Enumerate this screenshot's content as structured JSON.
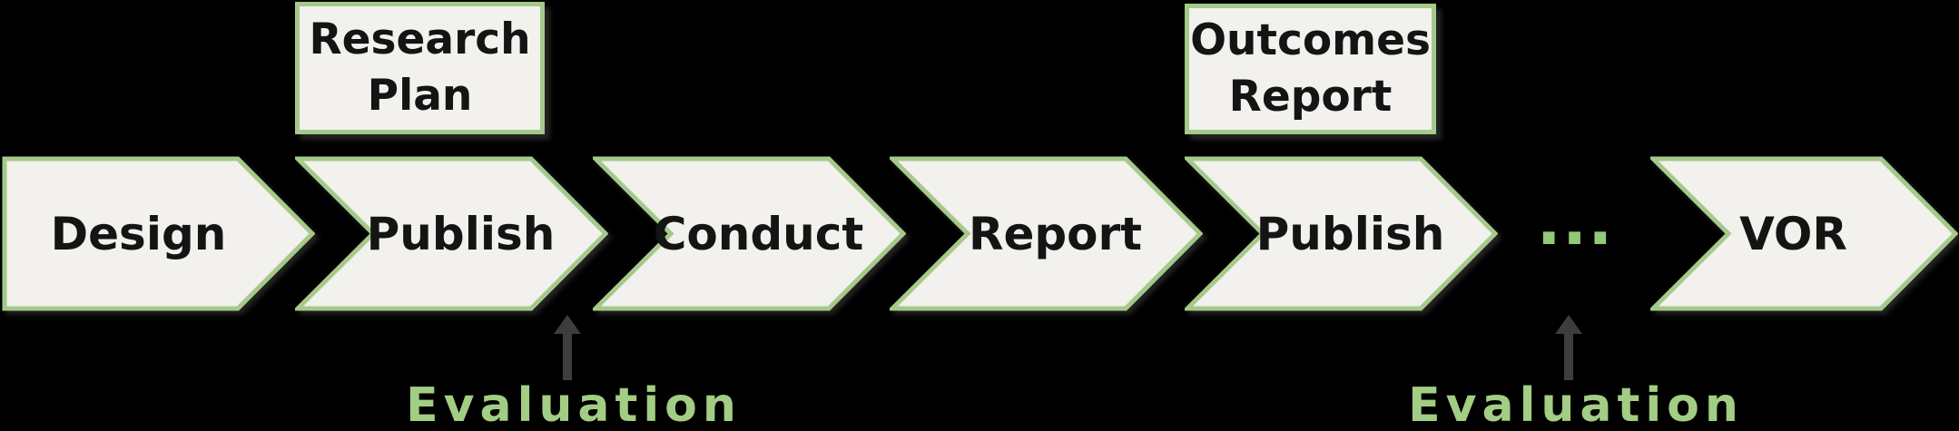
{
  "diagram": {
    "steps": [
      {
        "label": "Design"
      },
      {
        "label": "Publish"
      },
      {
        "label": "Conduct"
      },
      {
        "label": "Report"
      },
      {
        "label": "Publish"
      },
      {
        "label": "..."
      },
      {
        "label": "VOR"
      }
    ],
    "documents": [
      {
        "label": "Research Plan"
      },
      {
        "label": "Outcomes Report"
      }
    ],
    "annotations": [
      {
        "label": "Evaluation"
      },
      {
        "label": "Evaluation"
      }
    ]
  },
  "colors": {
    "background": "#000000",
    "shape_fill": "#f2f1ed",
    "shape_border": "#a5c98b",
    "accent_green_text": "#a2cd84",
    "ellipsis_green": "#92c878",
    "arrow_gray": "#3d3d3d",
    "label_text": "#141414"
  }
}
